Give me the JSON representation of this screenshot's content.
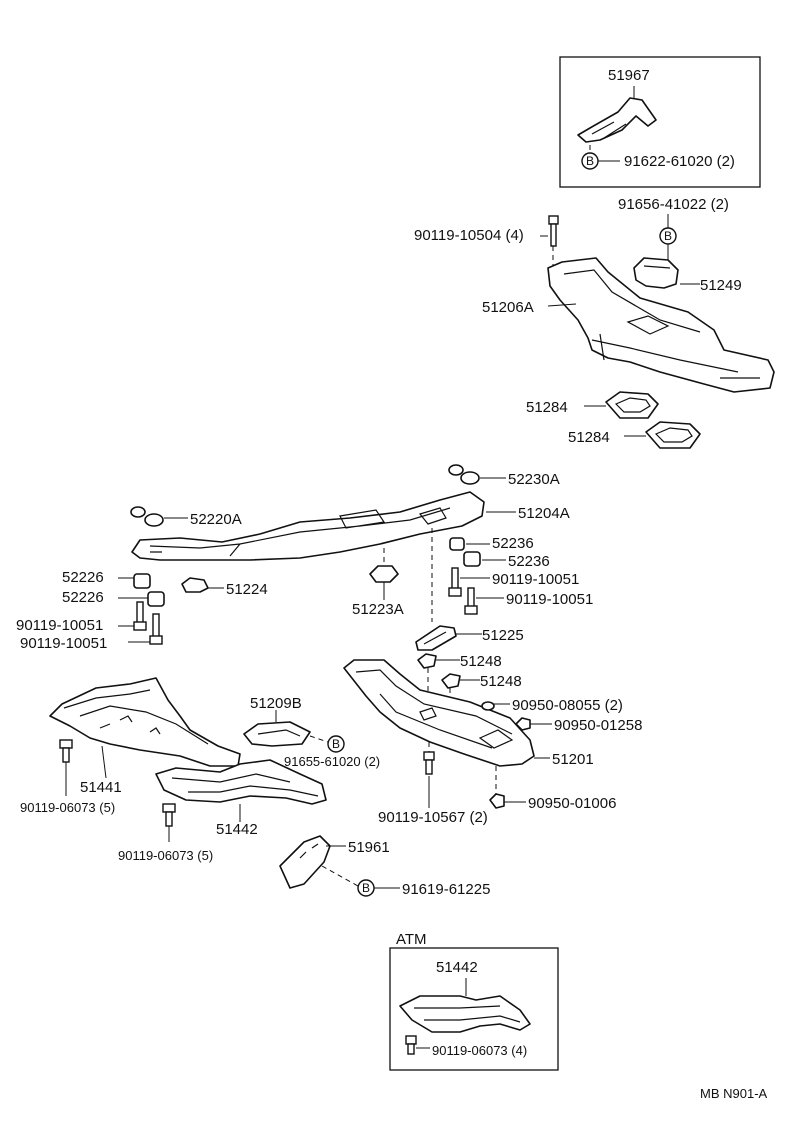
{
  "labels": {
    "p51967": "51967",
    "p91622": "91622-61020 (2)",
    "p91656": "91656-41022 (2)",
    "p90119_10504": "90119-10504 (4)",
    "p51249": "51249",
    "p51206A": "51206A",
    "p51284a": "51284",
    "p51284b": "51284",
    "p52230A": "52230A",
    "p52220A": "52220A",
    "p51204A": "51204A",
    "p52236a": "52236",
    "p52236b": "52236",
    "p52226a": "52226",
    "p52226b": "52226",
    "p51224": "51224",
    "p90119_10051a": "90119-10051",
    "p90119_10051b": "90119-10051",
    "p90119_10051c": "90119-10051",
    "p90119_10051d": "90119-10051",
    "p51223A": "51223A",
    "p51225": "51225",
    "p51248a": "51248",
    "p51248b": "51248",
    "p51209B": "51209B",
    "p90950_08055": "90950-08055 (2)",
    "p90950_01258": "90950-01258",
    "p51441": "51441",
    "p91655": "91655-61020 (2)",
    "p51201": "51201",
    "p90119_06073a": "90119-06073 (5)",
    "p51442a": "51442",
    "p90119_10567": "90119-10567 (2)",
    "p90950_01006": "90950-01006",
    "p90119_06073b": "90119-06073 (5)",
    "p51961": "51961",
    "p91619": "91619-61225",
    "atm": "ATM",
    "p51442b": "51442",
    "p90119_06073c": "90119-06073 (4)",
    "drawing_code": "MB N901-A"
  },
  "badge": "B"
}
